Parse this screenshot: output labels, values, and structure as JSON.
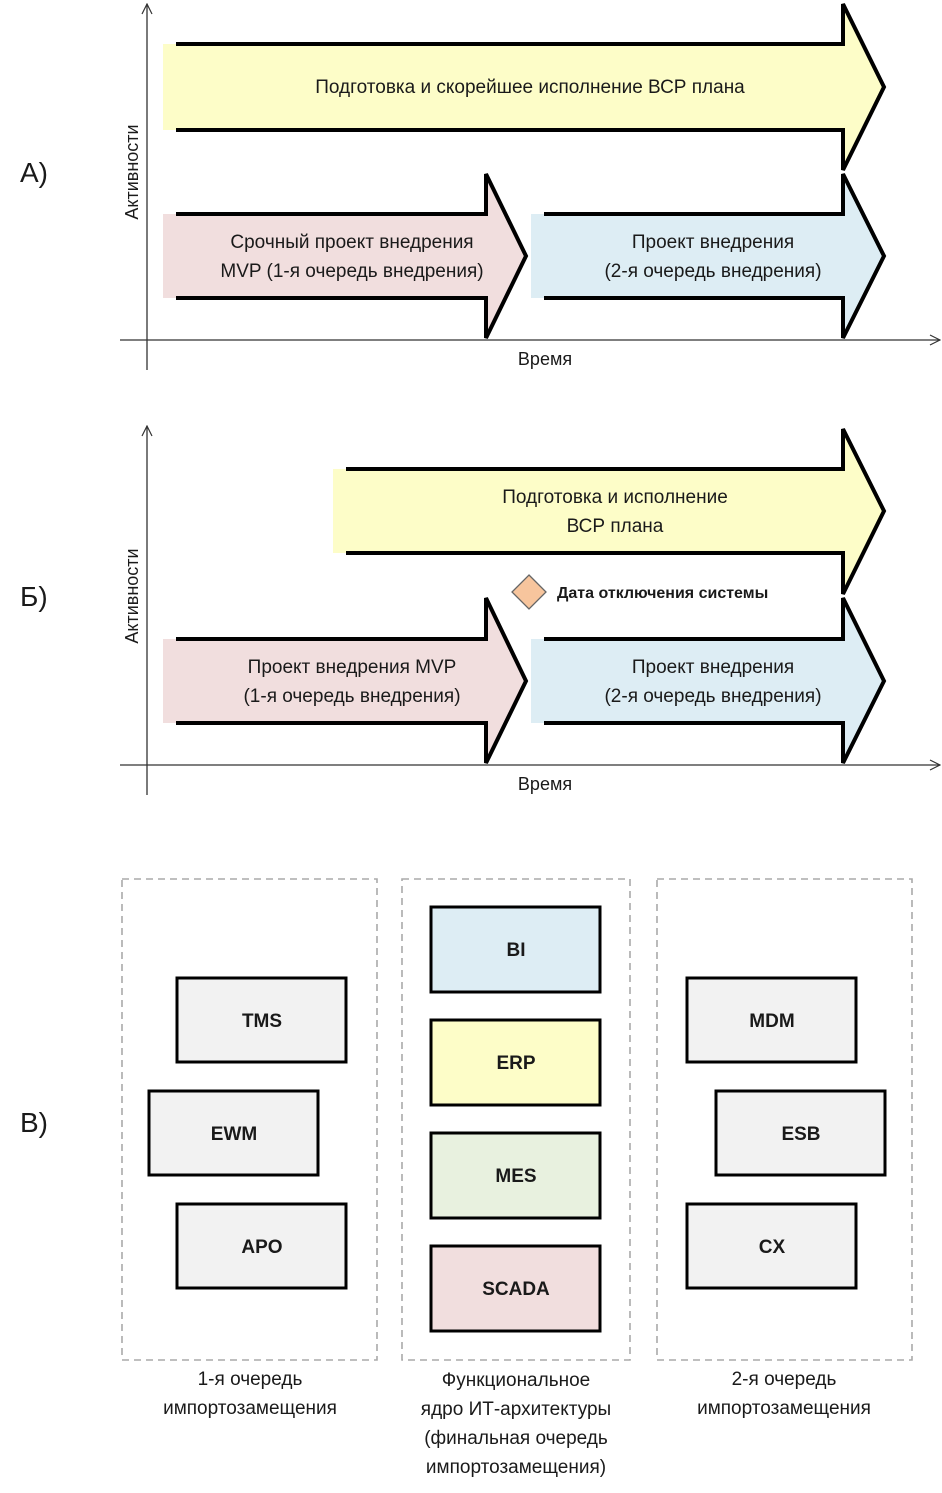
{
  "sections": {
    "a": {
      "label": "А)",
      "y_axis": "Активности",
      "x_axis": "Время",
      "arrow_top": "Подготовка и скорейшее исполнение ВСР плана",
      "arrow_left": [
        "Срочный проект внедрения",
        "MVP (1-я очередь внедрения)"
      ],
      "arrow_right": [
        "Проект внедрения",
        "(2-я очередь внедрения)"
      ]
    },
    "b": {
      "label": "Б)",
      "y_axis": "Активности",
      "x_axis": "Время",
      "arrow_top": [
        "Подготовка и исполнение",
        "ВСР плана"
      ],
      "milestone": "Дата отключения системы",
      "arrow_left": [
        "Проект внедрения MVP",
        "(1-я очередь внедрения)"
      ],
      "arrow_right": [
        "Проект внедрения",
        "(2-я очередь внедрения)"
      ]
    },
    "c": {
      "label": "В)",
      "groups": [
        {
          "boxes": [
            "TMS",
            "EWM",
            "APO"
          ],
          "caption": [
            "1-я очередь",
            "импортозамещения"
          ]
        },
        {
          "boxes": [
            "BI",
            "ERP",
            "MES",
            "SCADA"
          ],
          "caption": [
            "Функциональное",
            "ядро ИТ-архитектуры",
            "(финальная очередь",
            "импортозамещения)"
          ]
        },
        {
          "boxes": [
            "MDM",
            "ESB",
            "CX"
          ],
          "caption": [
            "2-я очередь",
            "импортозамещения"
          ]
        }
      ]
    }
  },
  "colors": {
    "yellow": "#fdfdc8",
    "pink": "#f1dede",
    "blue": "#ddedf4",
    "green": "#e8f1df",
    "gray_box": "#f2f2f2",
    "milestone": "#f7c59d"
  }
}
